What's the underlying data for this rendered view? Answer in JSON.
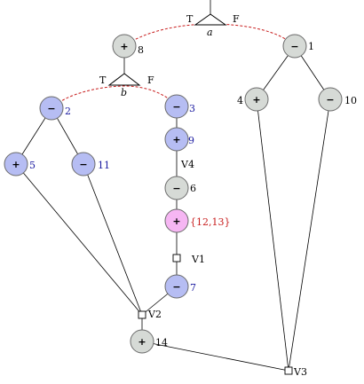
{
  "nodes": [
    {
      "id": "n8",
      "op": "+",
      "label": "8"
    },
    {
      "id": "n1",
      "op": "−",
      "label": "1"
    },
    {
      "id": "n4",
      "op": "+",
      "label": "4"
    },
    {
      "id": "n10",
      "op": "−",
      "label": "10"
    },
    {
      "id": "n2",
      "op": "−",
      "label": "2"
    },
    {
      "id": "n3",
      "op": "−",
      "label": "3"
    },
    {
      "id": "n5",
      "op": "+",
      "label": "5"
    },
    {
      "id": "n11",
      "op": "−",
      "label": "11"
    },
    {
      "id": "n9",
      "op": "+",
      "label": "9"
    },
    {
      "id": "n6",
      "op": "−",
      "label": "6"
    },
    {
      "id": "n1213",
      "op": "+",
      "label": "{12,13}"
    },
    {
      "id": "n7",
      "op": "−",
      "label": "7"
    },
    {
      "id": "n14",
      "op": "+",
      "label": "14"
    }
  ],
  "branches": {
    "a": {
      "name": "a",
      "true_label": "T",
      "false_label": "F"
    },
    "b": {
      "name": "b",
      "true_label": "T",
      "false_label": "F"
    }
  },
  "variables": {
    "v1": "V1",
    "v2": "V2",
    "v3": "V3",
    "v4": "V4"
  },
  "colors": {
    "gray_node": "#d6dad6",
    "blue_node": "#b6bdf3",
    "pink_node": "#f6b6f3",
    "blue_label": "#1a1aa0",
    "red_label": "#c81e1e",
    "dashed_arc": "#c81e1e"
  }
}
